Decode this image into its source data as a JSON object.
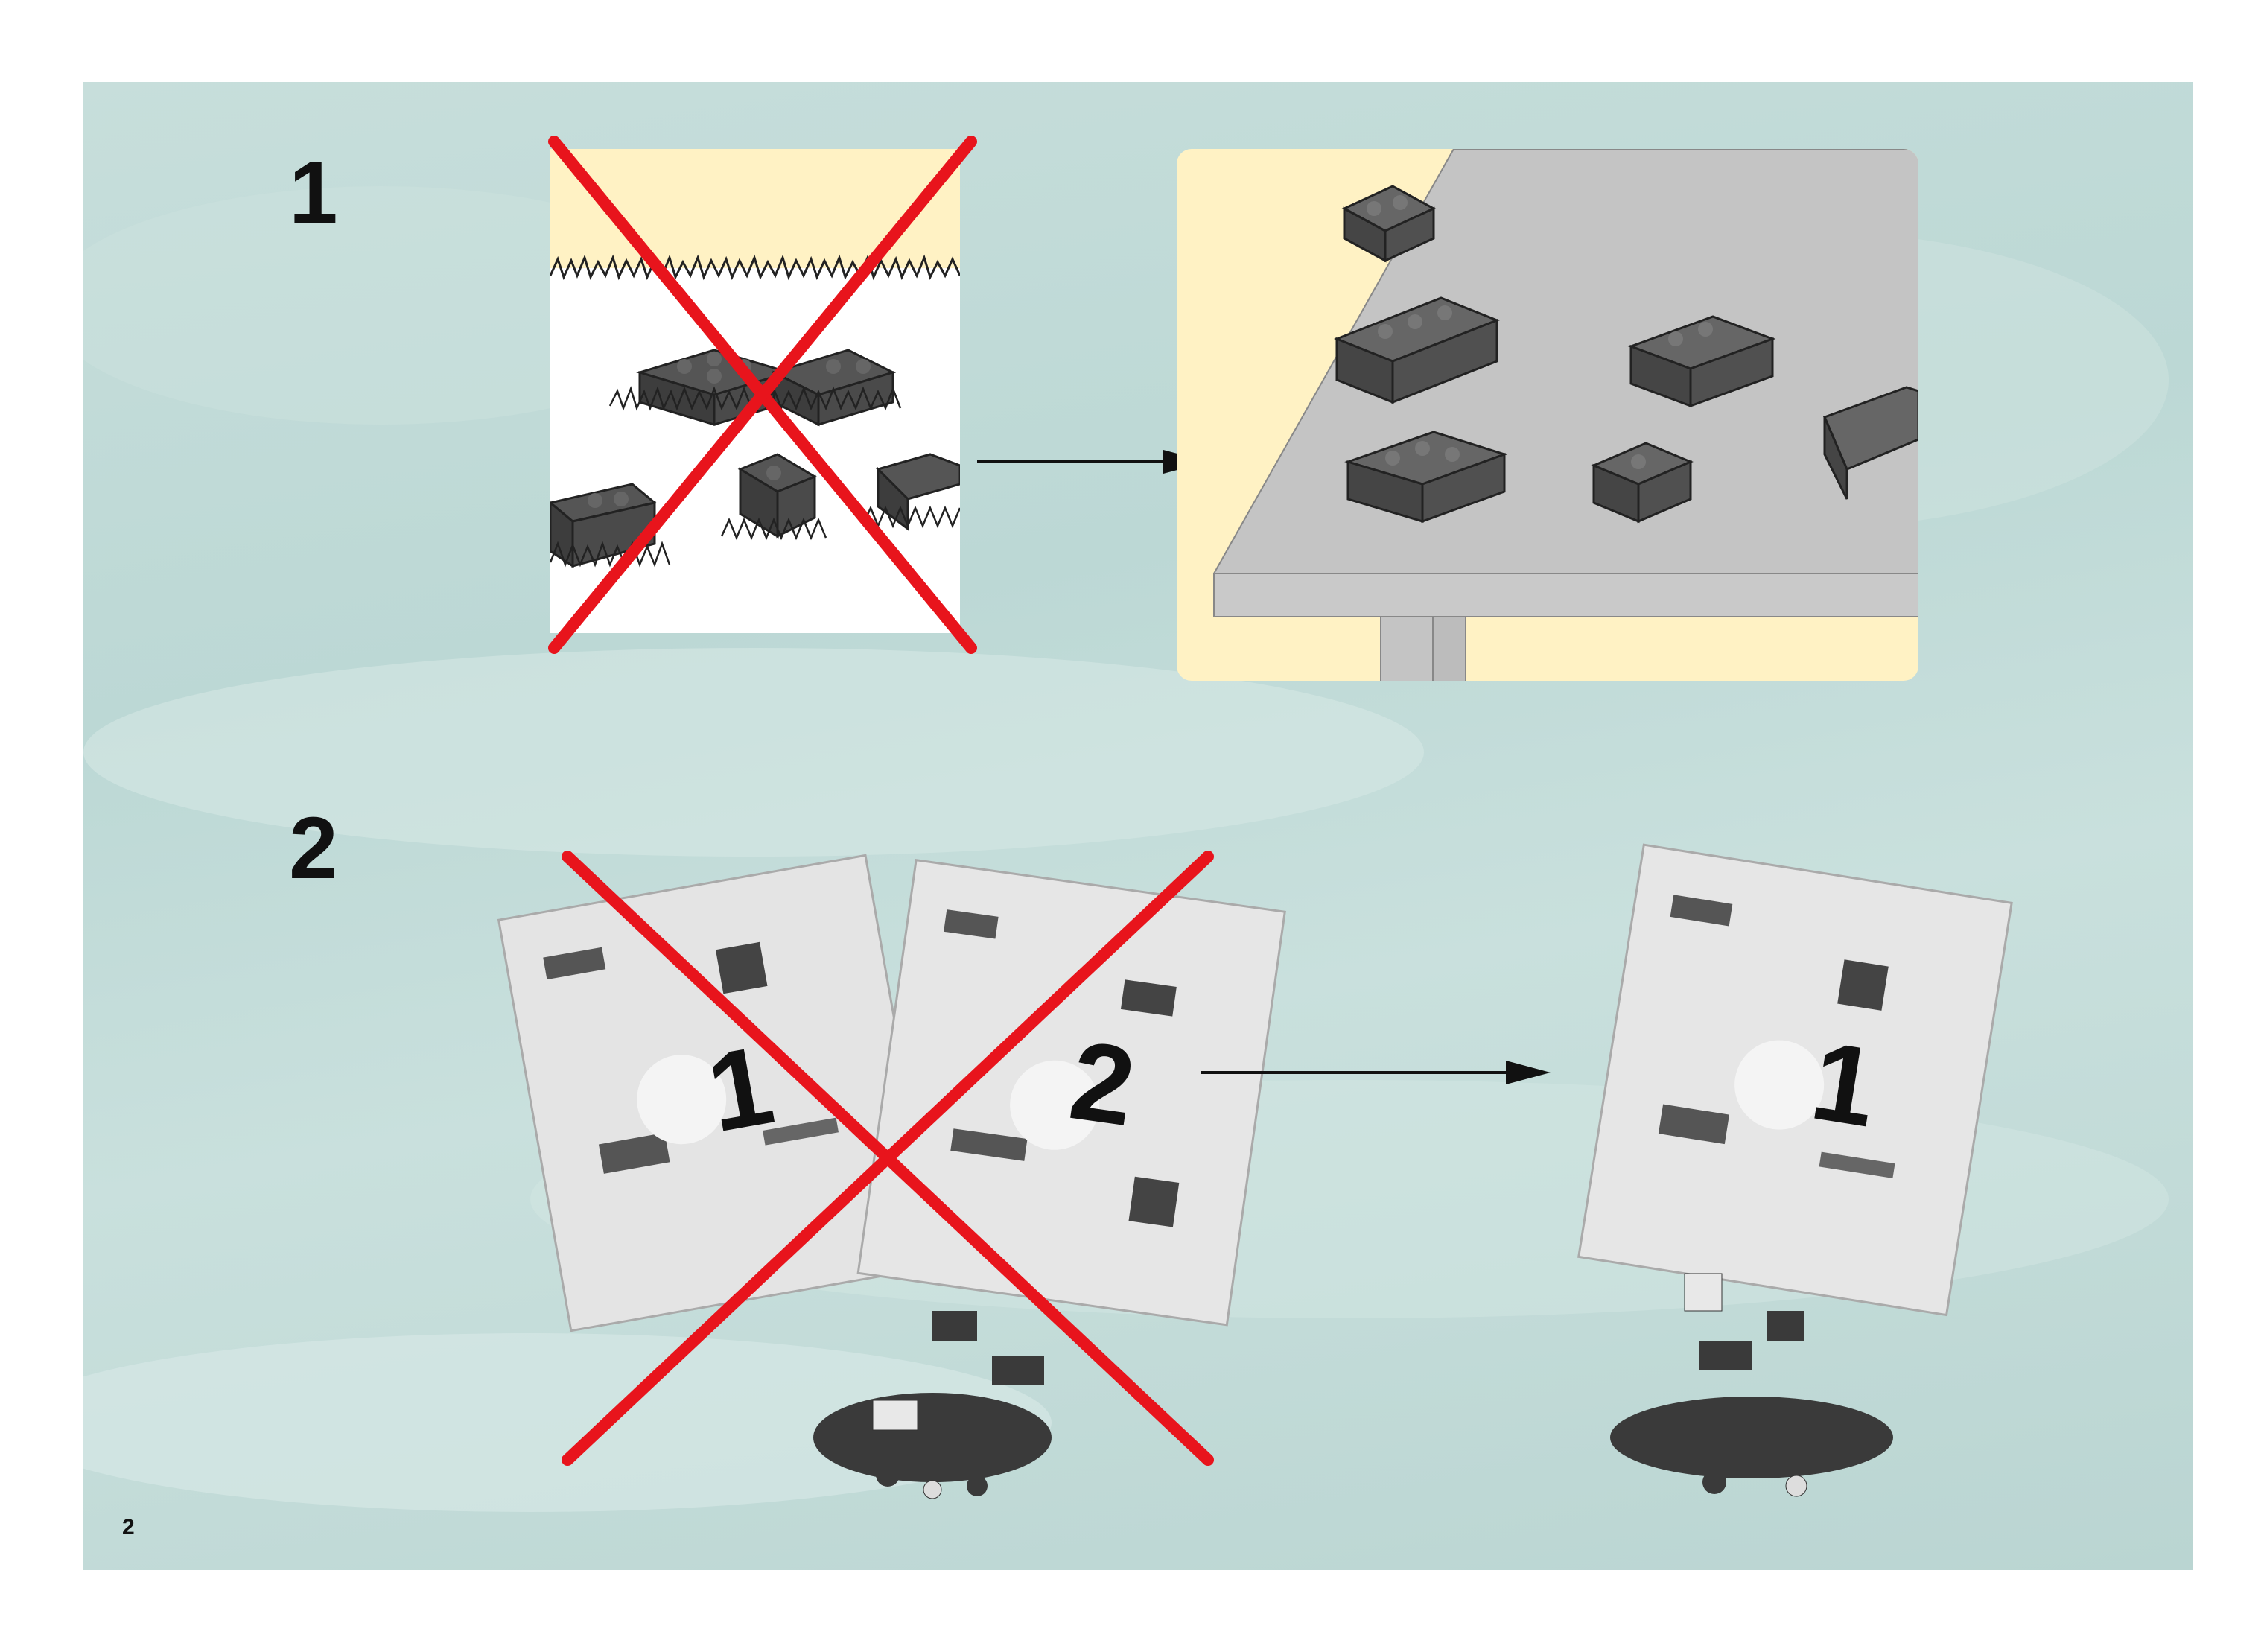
{
  "steps": [
    {
      "number": "1"
    },
    {
      "number": "2"
    }
  ],
  "bags": [
    {
      "label": "1"
    },
    {
      "label": "2"
    },
    {
      "label": "1"
    }
  ],
  "page_number": "2",
  "colors": {
    "background": "#c3dbd8",
    "panel_cream": "#fff2c4",
    "table_grey": "#c4c4c4",
    "cross_red": "#e8141c",
    "brick_dark": "#555555"
  },
  "icons": [
    "cross-icon",
    "arrow-right-icon"
  ]
}
